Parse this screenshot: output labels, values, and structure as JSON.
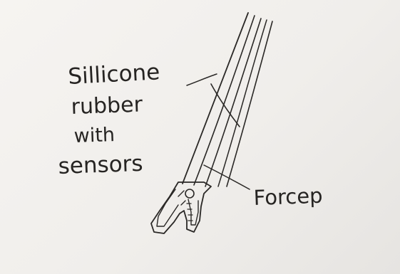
{
  "labels": {
    "silicone_line_1": "Sillicone",
    "silicone_line_2": "rubber",
    "silicone_line_3": "with",
    "silicone_line_4": "sensors",
    "forcep": "Forcep"
  },
  "colors": {
    "paper": "#f3f1ee",
    "ink": "#2a2826"
  }
}
